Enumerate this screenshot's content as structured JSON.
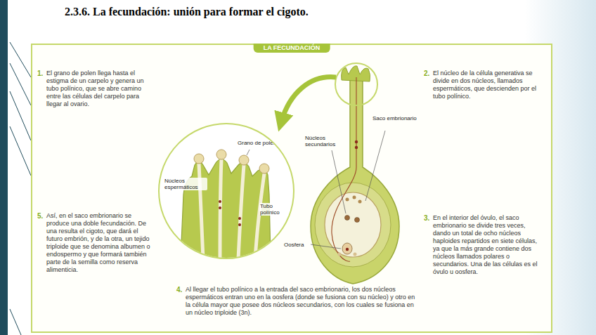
{
  "diagram": {
    "title": "2.3.6. La fecundación: unión para formar el cigoto.",
    "nodes": [
      {
        "text": [
          "LA FECUNDACIÓN"
        ]
      },
      {
        "text": [
          "Grano de polen",
          "Núcleos espermáticos",
          "Tubo polínico"
        ],
        "in": 0
      }
    ],
    "labels": [
      "1.",
      "El grano de polen llega hasta el estigma de un carpelo y genera un tubo polínico, que se abre camino entre las células del carpelo para llegar al ovario.",
      "2.",
      "El núcleo de la célula generativa se divide en dos núcleos, llamados espermáticos, que descienden por el tubo polínico.",
      "3.",
      "En el interior del óvulo, el saco embrionario se divide tres veces, dando un total de ocho núcleos haploides repartidos en siete células, ya que la más grande contiene dos núcleos llamados polares o secundarios. Una de las células es el óvulo u oosfera.",
      "4.",
      "Al llegar el tubo polínico a la entrada del saco embrionario, los dos núcleos espermáticos entran uno en la oosfera (donde se fusiona con su núcleo) y otro en la célula mayor que posee dos núcleos secundarios, con los cuales se fusiona en un núcleo triploide (3n).",
      "5.",
      "Así, en el saco embrionario se produce una doble fecundación. De una resulta el cigoto, que dará el futuro embrión, y de la otra, un tejido triploide que se denomina albumen o endospermo y que formará también parte de la semilla como reserva alimenticia.",
      "Saco embrionario",
      "Núcleos secundarios",
      "Oosfera"
    ]
  }
}
